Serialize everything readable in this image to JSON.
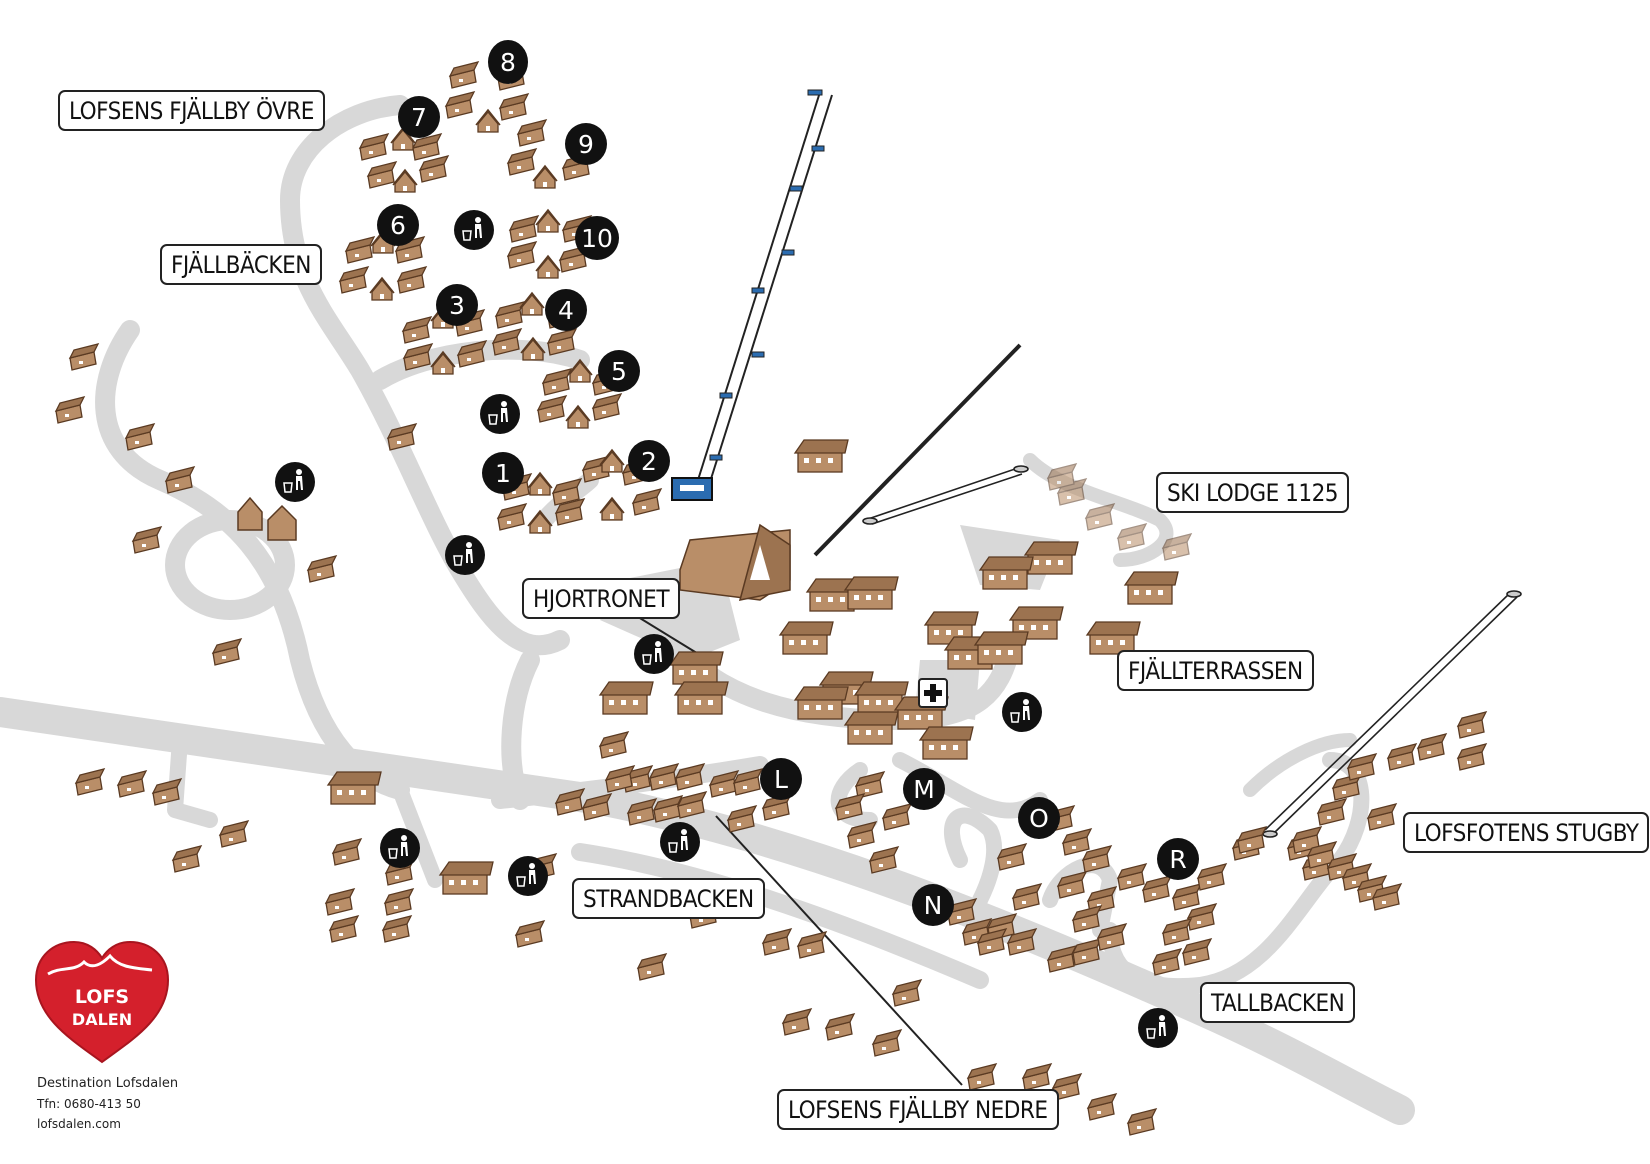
{
  "areas": {
    "lofsens_fjallby_ovre": "LOFSENS FJÄLLBY ÖVRE",
    "fjallbacken": "FJÄLLBÄCKEN",
    "ski_lodge": "SKI LODGE 1125",
    "hjortronet": "HJORTRONET",
    "fjallterrassen": "FJÄLLTERRASSEN",
    "lofsfotens_stugby": "LOFSFOTENS STUGBY",
    "strandbacken": "STRANDBACKEN",
    "tallbacken": "TALLBACKEN",
    "lofsens_fjallby_nedre": "LOFSENS FJÄLLBY NEDRE"
  },
  "markers": {
    "m1": "1",
    "m2": "2",
    "m3": "3",
    "m4": "4",
    "m5": "5",
    "m6": "6",
    "m7": "7",
    "m8": "8",
    "m9": "9",
    "m10": "10",
    "L": "L",
    "M": "M",
    "N": "N",
    "O": "O",
    "R": "R"
  },
  "logo": {
    "line1": "LOFS",
    "line2": "DALEN",
    "color": "#d4202c"
  },
  "contact": {
    "name": "Destination Lofsdalen",
    "phone": "Tfn: 0680-413 50",
    "web": "lofsdalen.com"
  },
  "colors": {
    "road": "#d8d8d8",
    "cabin": "#b98e68",
    "cabin_roof": "#9c7350",
    "lift_station": "#2b6cb0"
  },
  "icons": {
    "recycling": "recycling-station-icon",
    "first_aid": "first-aid-icon",
    "lift": "ski-lift-icon"
  }
}
